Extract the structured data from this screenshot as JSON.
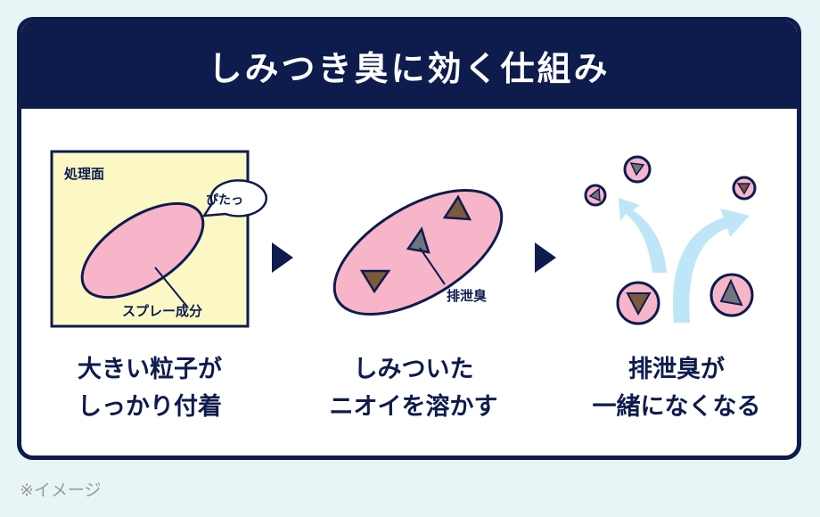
{
  "title": "しみつき臭に効く仕組み",
  "step1": {
    "surface_label": "処理面",
    "bubble_text": "ぴたっ",
    "particle_label": "スプレー成分",
    "caption": [
      "大きい粒子が",
      "しっかり付着"
    ]
  },
  "step2": {
    "odor_label": "排泄臭",
    "caption": [
      "しみついた",
      "ニオイを溶かす"
    ]
  },
  "step3": {
    "caption": [
      "排泄臭が",
      "一緒になくなる"
    ]
  },
  "footnote": "※イメージ",
  "colors": {
    "navy": "#0e1b4d",
    "pink": "#f7b5ca",
    "yellow": "#fbf8c6",
    "light_blue": "#bfe6f8",
    "brown": "#7a5a3a",
    "gray": "#6f7480"
  }
}
